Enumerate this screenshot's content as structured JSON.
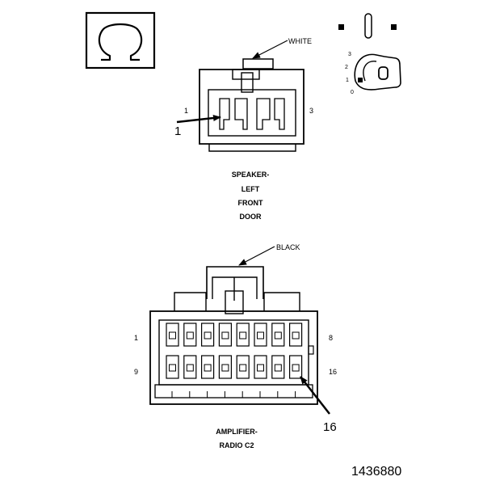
{
  "figure_id": "1436880",
  "icons": {
    "omega_box": "omega-icon",
    "key": "ignition-key-icon"
  },
  "ignition": {
    "switch_positions": [
      "3",
      "2",
      "1",
      "0"
    ]
  },
  "connectors": [
    {
      "id": "speaker-left-front-door",
      "color_label": "WHITE",
      "pin_label_left": "1",
      "pin_label_right": "3",
      "callout": "1",
      "caption_lines": [
        "SPEAKER-",
        "LEFT",
        "FRONT",
        "DOOR"
      ]
    },
    {
      "id": "amplifier-radio-c2",
      "color_label": "BLACK",
      "row1_left": "1",
      "row1_right": "8",
      "row2_left": "9",
      "row2_right": "16",
      "callout": "16",
      "caption_lines": [
        "AMPLIFIER-",
        "RADIO C2"
      ]
    }
  ]
}
